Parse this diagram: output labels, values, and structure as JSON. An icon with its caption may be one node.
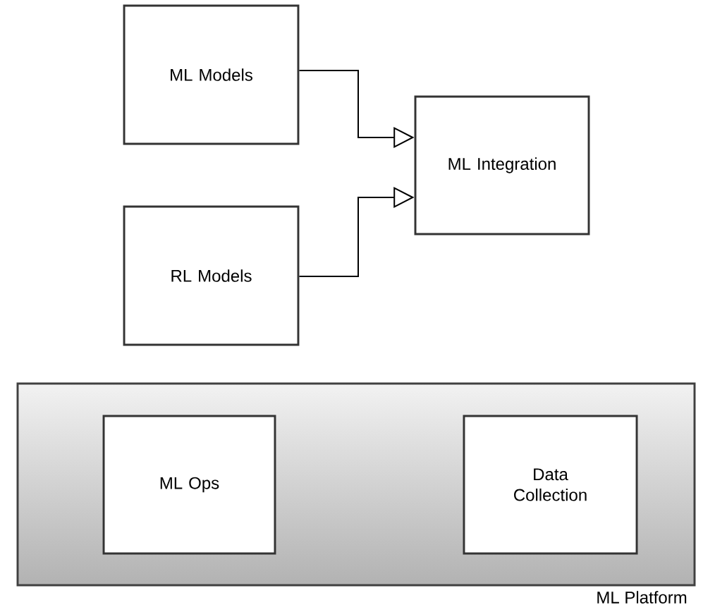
{
  "diagram": {
    "nodes": [
      {
        "text": [
          "ML Models"
        ]
      },
      {
        "text": [
          "RL Models"
        ]
      },
      {
        "text": [
          "ML Integration"
        ]
      },
      {
        "text": [
          "ML Platform"
        ]
      },
      {
        "text": [
          "ML Ops"
        ],
        "in": 3
      },
      {
        "text": [
          "Data Collection"
        ],
        "in": 3
      }
    ],
    "edges": [
      {
        "from": 0,
        "to": 2,
        "arrow": "to"
      },
      {
        "from": 1,
        "to": 2,
        "arrow": "to"
      }
    ]
  }
}
